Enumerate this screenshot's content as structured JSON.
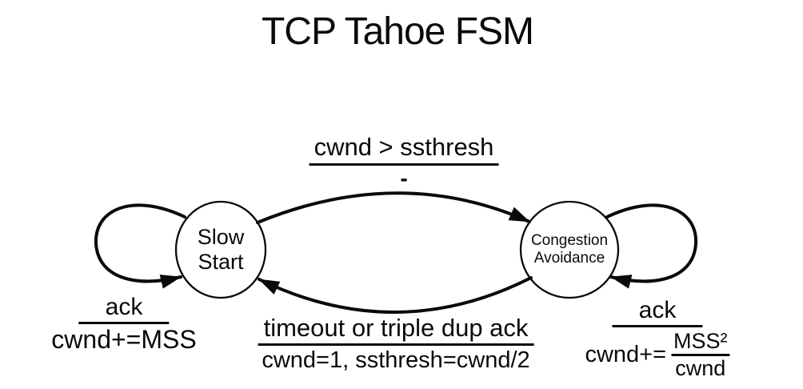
{
  "title": "TCP Tahoe FSM",
  "colors": {
    "ink": "#0a0a0a",
    "background": "#ffffff"
  },
  "states": {
    "slow_start": {
      "line1": "Slow",
      "line2": "Start"
    },
    "congestion_avoidance": {
      "line1": "Congestion",
      "line2": "Avoidance"
    }
  },
  "transitions": {
    "ss_to_ca": {
      "from": "Slow Start",
      "to": "Congestion Avoidance",
      "condition": "cwnd > ssthresh",
      "action": "-"
    },
    "ca_to_ss": {
      "from": "Congestion Avoidance",
      "to": "Slow Start",
      "condition": "timeout or triple dup ack",
      "action": "cwnd=1, ssthresh=cwnd/2"
    },
    "ss_self": {
      "condition": "ack",
      "action": "cwnd+=MSS"
    },
    "ca_self": {
      "condition": "ack",
      "action_prefix": "cwnd+=",
      "numerator": "MSS²",
      "denominator": "cwnd"
    }
  }
}
